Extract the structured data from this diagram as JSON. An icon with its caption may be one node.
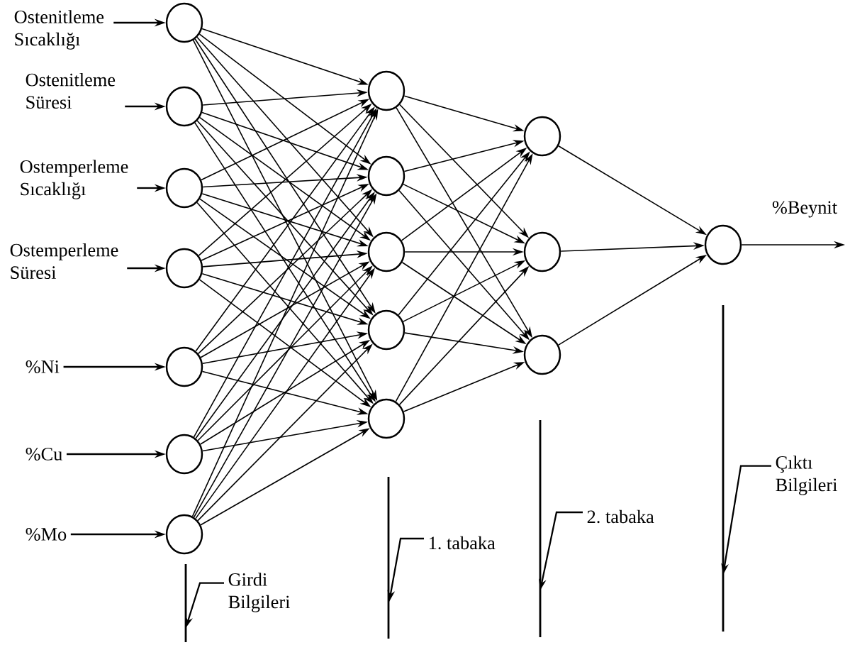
{
  "diagram": {
    "nodes": [
      {
        "text": [
          "Ostenitleme Sıcaklığı"
        ]
      },
      {
        "text": [
          "Ostenitleme Süresi"
        ]
      },
      {
        "text": [
          "Ostemperleme Sıcaklığı"
        ]
      },
      {
        "text": [
          "Ostemperleme Süresi"
        ]
      },
      {
        "text": [
          "%Ni"
        ]
      },
      {
        "text": [
          "%Cu"
        ]
      },
      {
        "text": [
          "%Mo"
        ]
      },
      {
        "text": [],
        "shape": "circle"
      },
      {
        "text": [],
        "shape": "circle"
      },
      {
        "text": [],
        "shape": "circle"
      },
      {
        "text": [],
        "shape": "circle"
      },
      {
        "text": [],
        "shape": "circle"
      },
      {
        "text": [],
        "shape": "circle"
      },
      {
        "text": [],
        "shape": "circle"
      },
      {
        "text": [],
        "shape": "circle"
      },
      {
        "text": [],
        "shape": "circle"
      },
      {
        "text": [],
        "shape": "circle"
      },
      {
        "text": [],
        "shape": "circle"
      },
      {
        "text": [],
        "shape": "circle"
      },
      {
        "text": [],
        "shape": "circle"
      },
      {
        "text": [],
        "shape": "circle"
      },
      {
        "text": [],
        "shape": "circle"
      },
      {
        "text": [],
        "shape": "circle"
      },
      {
        "text": [
          "Girdi Bilgileri"
        ]
      },
      {
        "text": [
          "1. tabaka"
        ]
      },
      {
        "text": [
          "2. tabaka"
        ]
      },
      {
        "text": [
          "Çıktı Bilgileri"
        ]
      }
    ],
    "edges": [
      {
        "from": 0,
        "to": 7,
        "arrow": "to"
      },
      {
        "from": 1,
        "to": 8,
        "arrow": "to"
      },
      {
        "from": 2,
        "to": 9,
        "arrow": "to"
      },
      {
        "from": 3,
        "to": 10,
        "arrow": "to"
      },
      {
        "from": 4,
        "to": 11,
        "arrow": "to"
      },
      {
        "from": 5,
        "to": 12,
        "arrow": "to"
      },
      {
        "from": 6,
        "to": 13,
        "arrow": "to"
      },
      {
        "from": 7,
        "to": 14,
        "arrow": "to"
      },
      {
        "from": 7,
        "to": 15,
        "arrow": "to"
      },
      {
        "from": 7,
        "to": 16,
        "arrow": "to"
      },
      {
        "from": 7,
        "to": 17,
        "arrow": "to"
      },
      {
        "from": 7,
        "to": 18,
        "arrow": "to"
      },
      {
        "from": 8,
        "to": 14,
        "arrow": "to"
      },
      {
        "from": 8,
        "to": 15,
        "arrow": "to"
      },
      {
        "from": 8,
        "to": 16,
        "arrow": "to"
      },
      {
        "from": 8,
        "to": 17,
        "arrow": "to"
      },
      {
        "from": 8,
        "to": 18,
        "arrow": "to"
      },
      {
        "from": 9,
        "to": 14,
        "arrow": "to"
      },
      {
        "from": 9,
        "to": 15,
        "arrow": "to"
      },
      {
        "from": 9,
        "to": 16,
        "arrow": "to"
      },
      {
        "from": 9,
        "to": 17,
        "arrow": "to"
      },
      {
        "from": 9,
        "to": 18,
        "arrow": "to"
      },
      {
        "from": 10,
        "to": 14,
        "arrow": "to"
      },
      {
        "from": 10,
        "to": 15,
        "arrow": "to"
      },
      {
        "from": 10,
        "to": 16,
        "arrow": "to"
      },
      {
        "from": 10,
        "to": 17,
        "arrow": "to"
      },
      {
        "from": 10,
        "to": 18,
        "arrow": "to"
      },
      {
        "from": 11,
        "to": 14,
        "arrow": "to"
      },
      {
        "from": 11,
        "to": 15,
        "arrow": "to"
      },
      {
        "from": 11,
        "to": 16,
        "arrow": "to"
      },
      {
        "from": 11,
        "to": 17,
        "arrow": "to"
      },
      {
        "from": 11,
        "to": 18,
        "arrow": "to"
      },
      {
        "from": 12,
        "to": 14,
        "arrow": "to"
      },
      {
        "from": 12,
        "to": 15,
        "arrow": "to"
      },
      {
        "from": 12,
        "to": 16,
        "arrow": "to"
      },
      {
        "from": 12,
        "to": 17,
        "arrow": "to"
      },
      {
        "from": 12,
        "to": 18,
        "arrow": "to"
      },
      {
        "from": 13,
        "to": 14,
        "arrow": "to"
      },
      {
        "from": 13,
        "to": 15,
        "arrow": "to"
      },
      {
        "from": 13,
        "to": 16,
        "arrow": "to"
      },
      {
        "from": 13,
        "to": 17,
        "arrow": "to"
      },
      {
        "from": 13,
        "to": 18,
        "arrow": "to"
      },
      {
        "from": 14,
        "to": 19,
        "arrow": "to"
      },
      {
        "from": 14,
        "to": 20,
        "arrow": "to"
      },
      {
        "from": 14,
        "to": 21,
        "arrow": "to"
      },
      {
        "from": 15,
        "to": 19,
        "arrow": "to"
      },
      {
        "from": 15,
        "to": 20,
        "arrow": "to"
      },
      {
        "from": 15,
        "to": 21,
        "arrow": "to"
      },
      {
        "from": 16,
        "to": 19,
        "arrow": "to"
      },
      {
        "from": 16,
        "to": 20,
        "arrow": "to"
      },
      {
        "from": 16,
        "to": 21,
        "arrow": "to"
      },
      {
        "from": 17,
        "to": 19,
        "arrow": "to"
      },
      {
        "from": 17,
        "to": 20,
        "arrow": "to"
      },
      {
        "from": 17,
        "to": 21,
        "arrow": "to"
      },
      {
        "from": 18,
        "to": 19,
        "arrow": "to"
      },
      {
        "from": 18,
        "to": 20,
        "arrow": "to"
      },
      {
        "from": 18,
        "to": 21,
        "arrow": "to"
      },
      {
        "from": 19,
        "to": 22,
        "arrow": "to"
      },
      {
        "from": 20,
        "to": 22,
        "arrow": "to"
      },
      {
        "from": 21,
        "to": 22,
        "arrow": "to"
      },
      {
        "from": 22,
        "to": null,
        "arrow": "to",
        "label": "%Beynit"
      },
      {
        "from": 23,
        "to": null,
        "arrow": "to"
      },
      {
        "from": 24,
        "to": null,
        "arrow": "to"
      },
      {
        "from": 25,
        "to": null,
        "arrow": "to"
      },
      {
        "from": 26,
        "to": null,
        "arrow": "to"
      }
    ]
  }
}
